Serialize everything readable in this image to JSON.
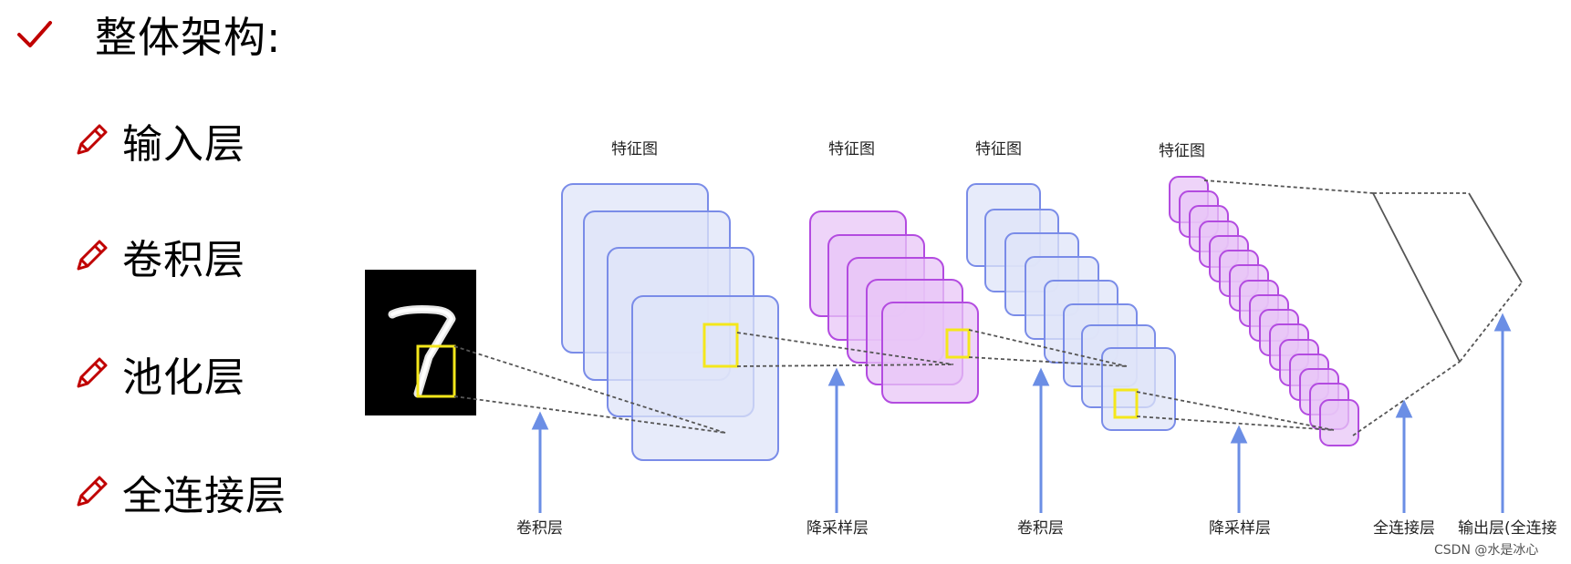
{
  "title": "整体架构:",
  "bullets": [
    {
      "label": "输入层"
    },
    {
      "label": "卷积层"
    },
    {
      "label": "池化层"
    },
    {
      "label": "全连接层"
    }
  ],
  "diagram": {
    "top_labels": [
      "特征图",
      "特征图",
      "特征图",
      "特征图"
    ],
    "bottom_labels": [
      "卷积层",
      "降采样层",
      "卷积层",
      "降采样层",
      "全连接层",
      "输出层(全连接"
    ],
    "watermark": "CSDN @水是冰心"
  },
  "colors": {
    "bullet_icon": "#c00000",
    "blue_map_fill": "#dfe4f8",
    "blue_map_stroke": "#7a8ce8",
    "purple_map_fill": "#e8c6f7",
    "purple_map_stroke": "#b34be0",
    "highlight": "#f4e71b",
    "arrow": "#6b8ee5"
  },
  "icons": [
    "check-icon",
    "pencil-icon"
  ]
}
